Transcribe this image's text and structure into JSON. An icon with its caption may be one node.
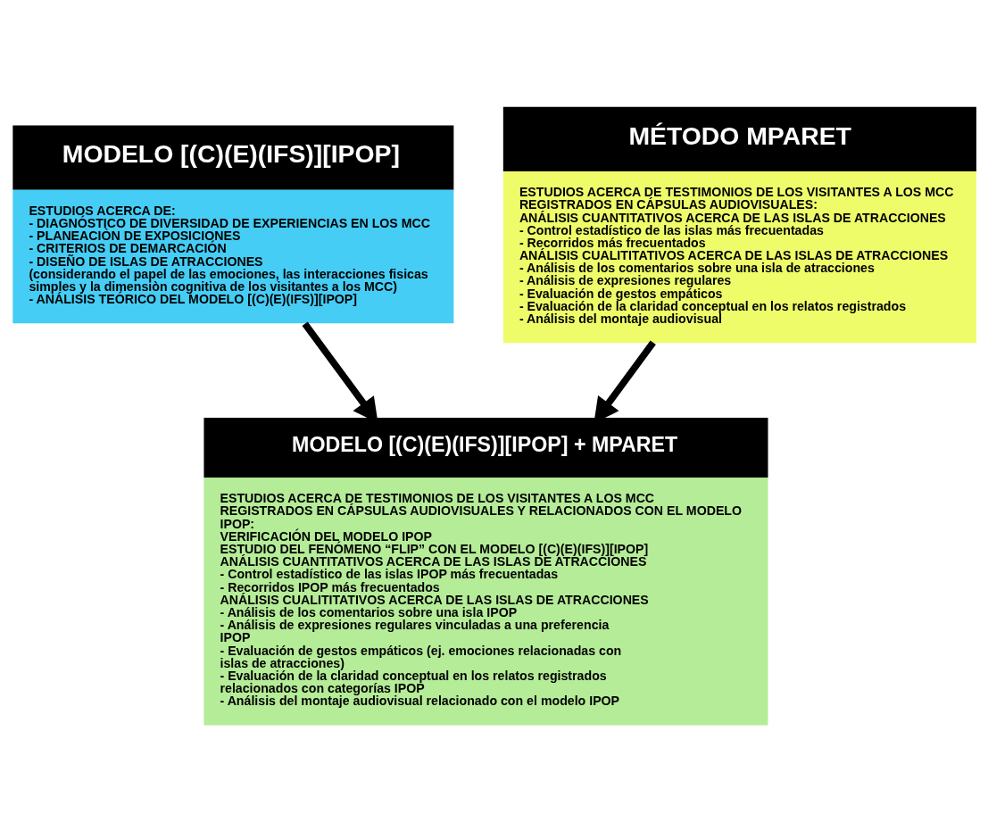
{
  "diagram": {
    "nodes": [
      {
        "text": [
          "MODELO [(C)(E)(IFS)][IPOP]",
          "ESTUDIOS ACERCA DE:",
          "- DIAGNÓSTICO DE DIVERSIDAD DE EXPERIENCIAS EN LOS MCC",
          "- PLANEACIÒN DE EXPOSICIONES",
          "- CRITERIOS DE DEMARCACIÓN",
          "- DISEÑO DE ISLAS DE ATRACCIONES",
          "(considerando el papel de las emociones, las interacciones fisicas simples y la dimensiòn cognitiva de los visitantes a los MCC)",
          "- ANÁLISIS TEÓRICO DEL MODELO [(C)(E)(IFS)][IPOP]"
        ]
      },
      {
        "text": [
          "MÉTODO MPARET",
          "ESTUDIOS ACERCA DE TESTIMONIOS DE LOS VISITANTES A LOS MCC REGISTRADOS EN CÁPSULAS AUDIOVISUALES:",
          "ANÁLISIS CUANTITATIVOS ACERCA DE LAS ISLAS DE ATRACCIONES",
          "- Control estadístico de las islas más frecuentadas",
          "- Recorridos más frecuentados",
          "ANÁLISIS CUALITITATIVOS ACERCA DE LAS ISLAS DE ATRACCIONES",
          "- Análisis de los comentarios sobre una isla de atracciones",
          "- Análisis de expresiones regulares",
          "- Evaluación de gestos empáticos",
          "- Evaluación de la claridad conceptual en los relatos registrados",
          "- Análisis del montaje audiovisual"
        ]
      },
      {
        "text": [
          "MODELO [(C)(E)(IFS)][IPOP] + MPARET",
          "ESTUDIOS ACERCA DE TESTIMONIOS DE LOS VISITANTES A LOS MCC REGISTRADOS EN CÁPSULAS AUDIOVISUALES Y RELACIONADOS CON EL MODELO IPOP:",
          "VERIFICACIÓN DEL MODELO IPOP",
          "ESTUDIO DEL FENÓMENO “FLIP” CON EL MODELO [(C)(E)(IFS)][IPOP]",
          "ANÁLISIS CUANTITATIVOS ACERCA DE LAS ISLAS DE ATRACCIONES",
          "- Control estadístico de las islas IPOP más frecuentadas",
          "- Recorridos IPOP más frecuentados",
          "ANÁLISIS CUALITITATIVOS ACERCA DE LAS ISLAS DE ATRACCIONES",
          "- Análisis de los comentarios sobre una isla IPOP",
          "- Análisis de expresiones regulares vinculadas a una preferencia IPOP",
          "- Evaluación de gestos empáticos (ej. emociones relacionadas con islas de atracciones)",
          "- Evaluación de la claridad conceptual en los relatos registrados relacionados con categorías IPOP",
          "- Análisis del montaje audiovisual relacionado con el modelo IPOP"
        ]
      }
    ],
    "edges": [
      {
        "from": 0,
        "to": 2,
        "arrow": "to"
      },
      {
        "from": 1,
        "to": 2,
        "arrow": "to"
      }
    ]
  }
}
